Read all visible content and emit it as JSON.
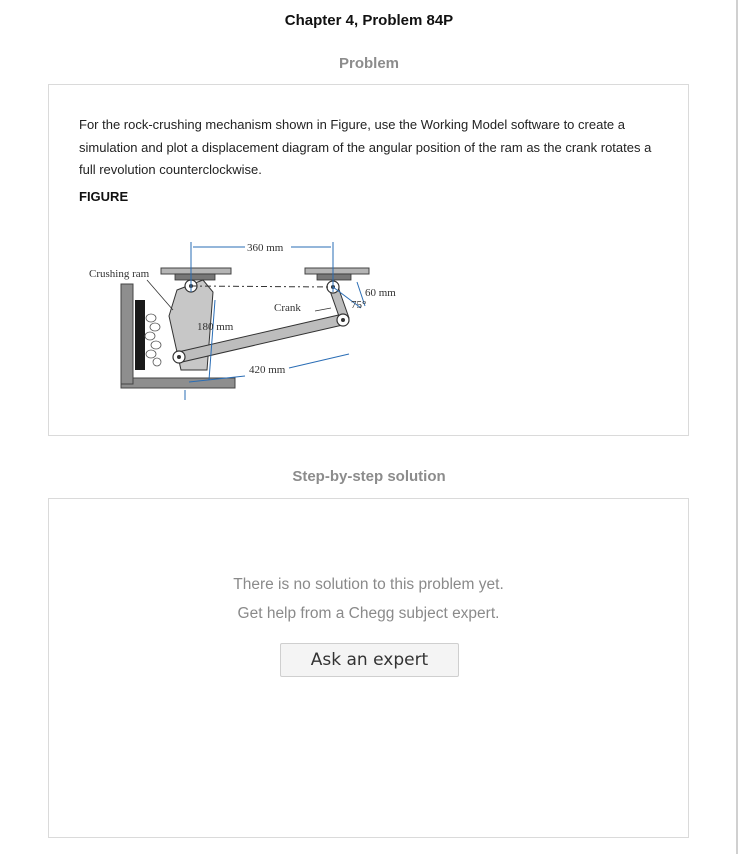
{
  "header": {
    "chapter_title": "Chapter 4, Problem 84P"
  },
  "problem": {
    "section_title": "Problem",
    "text": "For the rock-crushing mechanism shown in Figure, use the Working Model software to create a simulation and plot a displacement diagram of the angular position of the ram as the crank rotates a full revolution counterclockwise.",
    "figure_label": "FIGURE",
    "figure": {
      "label_ram": "Crushing ram",
      "label_crank": "Crank",
      "dim_top": "360 mm",
      "dim_vertical": "180 mm",
      "dim_bottom": "420 mm",
      "dim_crank": "60 mm",
      "angle": "75°"
    }
  },
  "solution": {
    "section_title": "Step-by-step solution",
    "empty_line_1": "There is no solution to this problem yet.",
    "empty_line_2": "Get help from a Chegg subject expert.",
    "ask_button_label": "Ask an expert"
  },
  "colors": {
    "section_title": "#8c8c8c",
    "dimension_lines": "#2a6db5",
    "card_border": "#dadada",
    "button_bg": "#f4f4f4"
  }
}
